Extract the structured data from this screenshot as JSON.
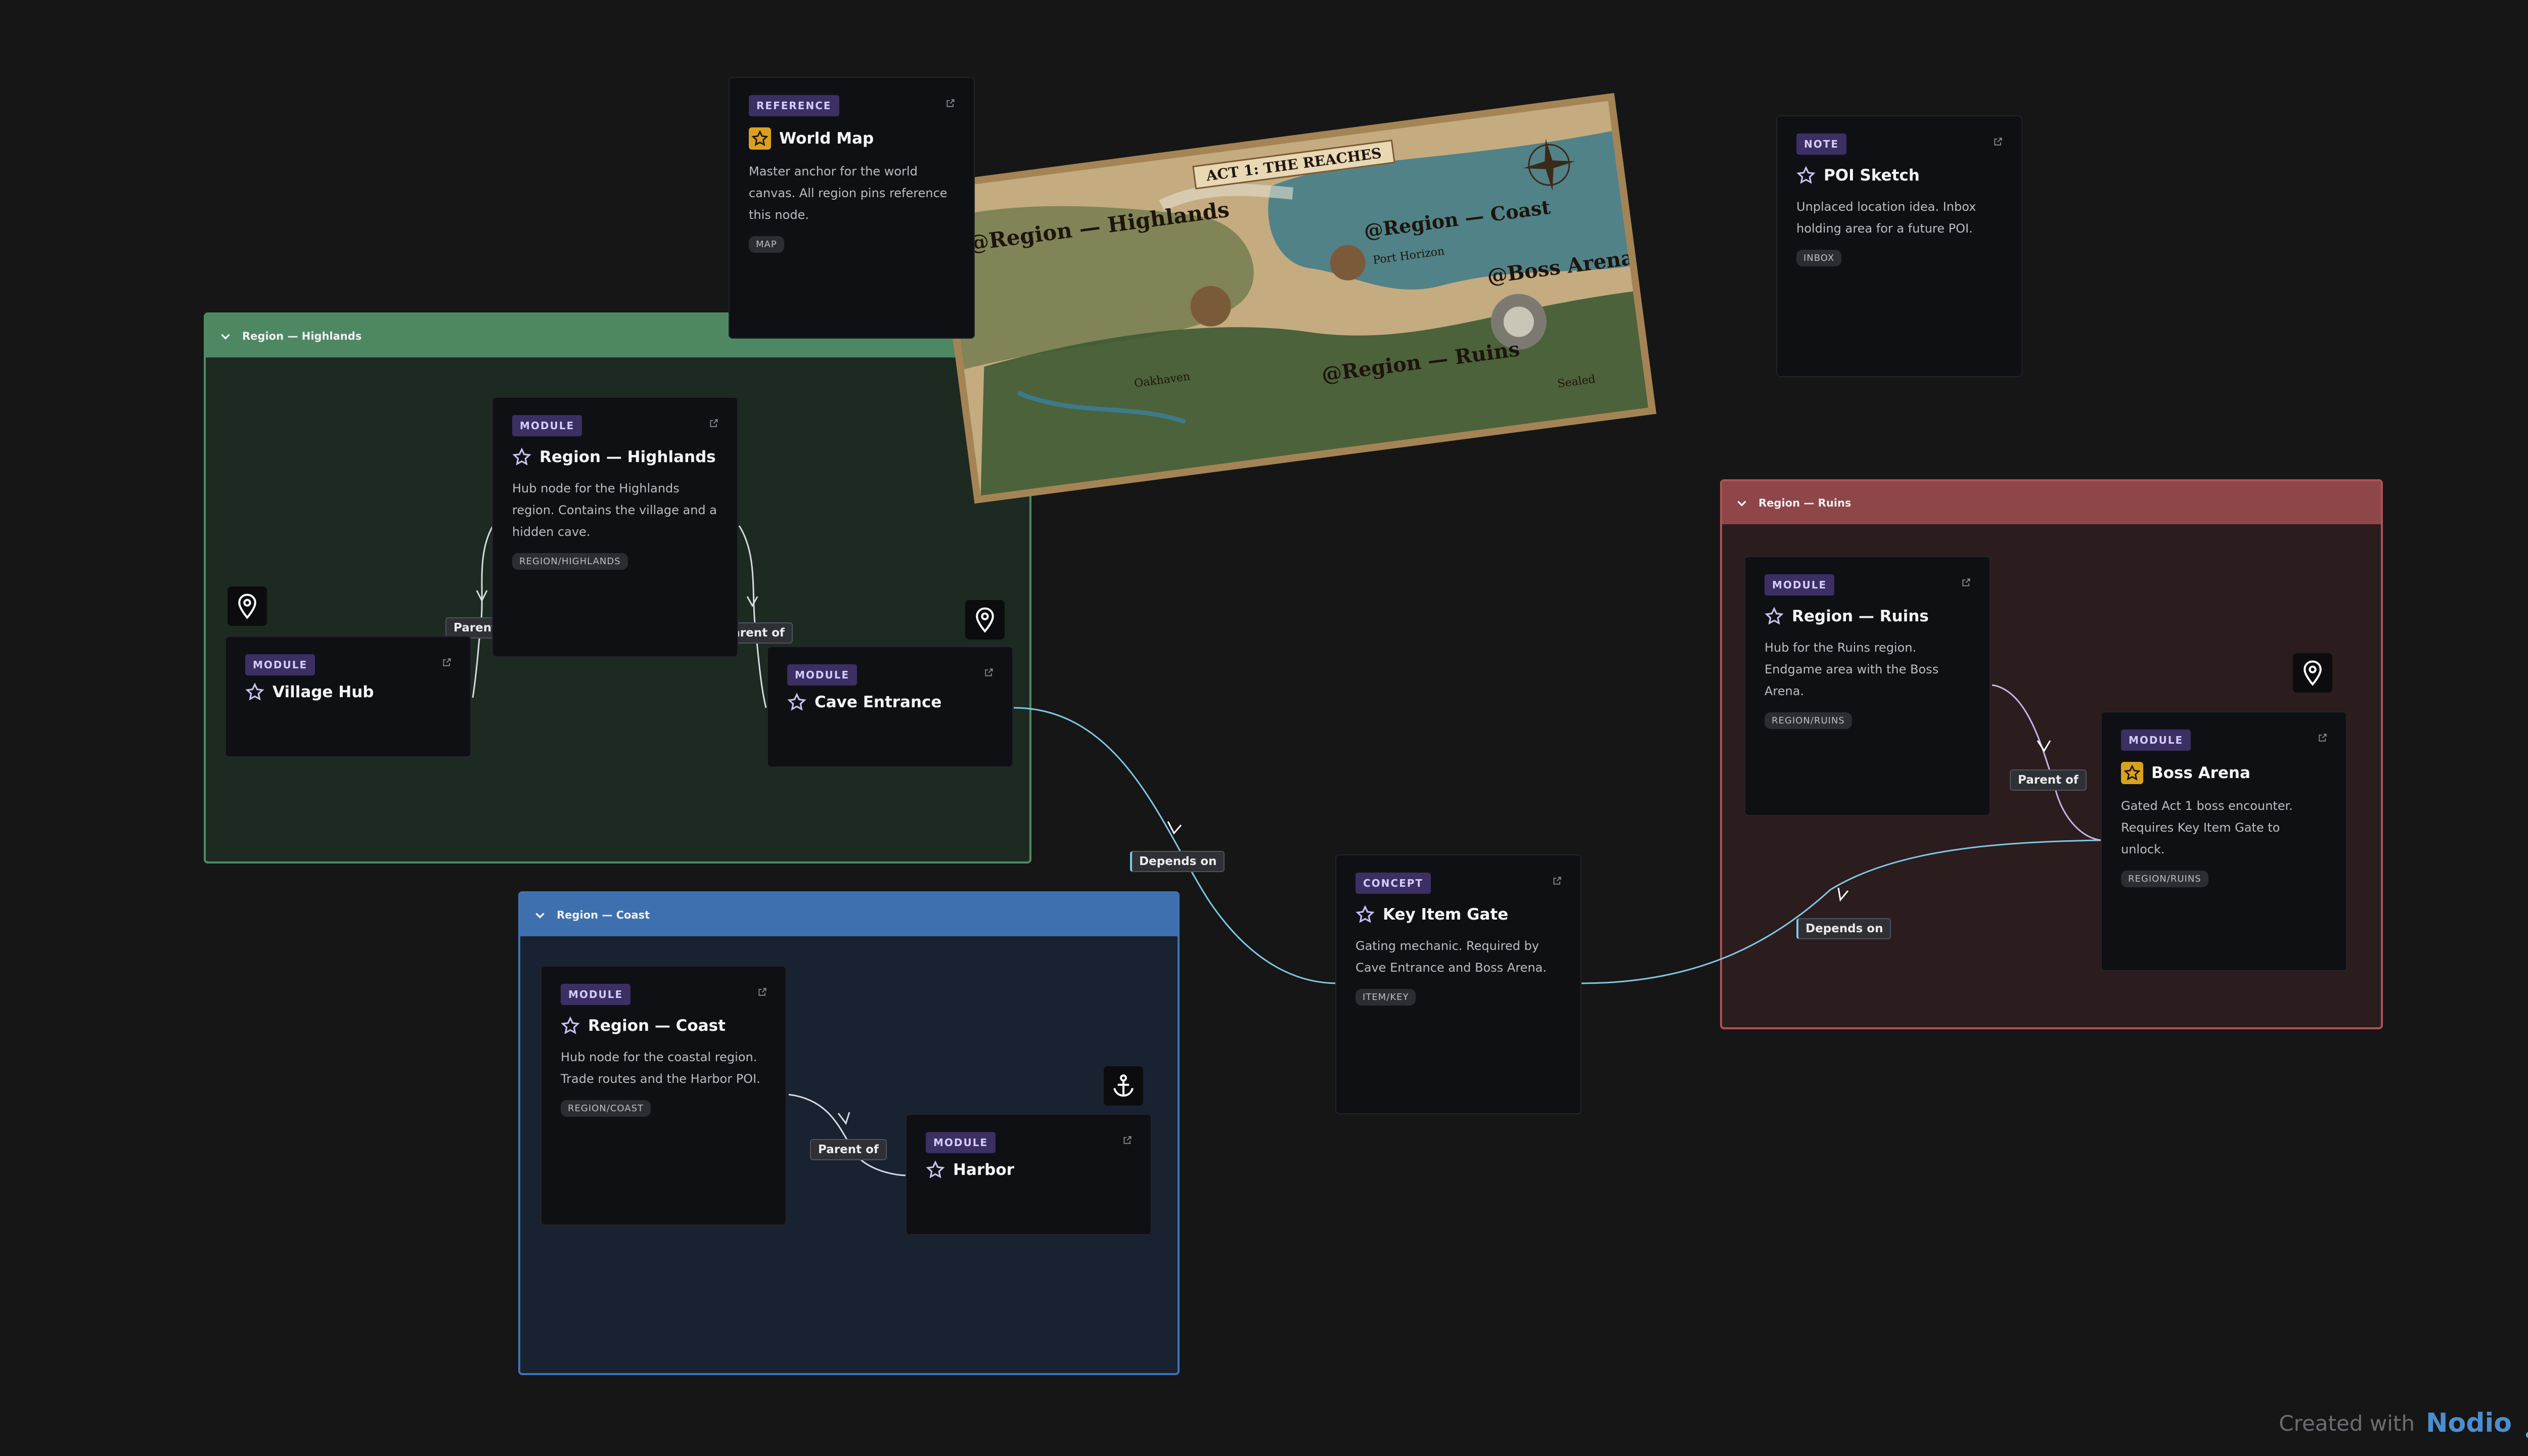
{
  "groups": {
    "highlands": {
      "title": "Region — Highlands"
    },
    "coast": {
      "title": "Region — Coast"
    },
    "ruins": {
      "title": "Region — Ruins"
    }
  },
  "cards": {
    "world_map": {
      "badge": "REFERENCE",
      "title": "World Map",
      "desc": "Master anchor for the world canvas. All region pins reference this node.",
      "tag": "MAP"
    },
    "poi_sketch": {
      "badge": "NOTE",
      "title": "POI Sketch",
      "desc": "Unplaced location idea. Inbox holding area for a future POI.",
      "tag": "INBOX"
    },
    "region_highlands": {
      "badge": "MODULE",
      "title": "Region — Highlands",
      "desc": "Hub node for the Highlands region. Contains the village and a hidden cave.",
      "tag": "REGION/HIGHLANDS"
    },
    "village_hub": {
      "badge": "MODULE",
      "title": "Village Hub"
    },
    "cave_entrance": {
      "badge": "MODULE",
      "title": "Cave Entrance"
    },
    "region_coast": {
      "badge": "MODULE",
      "title": "Region — Coast",
      "desc": "Hub node for the coastal region. Trade routes and the Harbor POI.",
      "tag": "REGION/COAST"
    },
    "harbor": {
      "badge": "MODULE",
      "title": "Harbor"
    },
    "key_item_gate": {
      "badge": "CONCEPT",
      "title": "Key Item Gate",
      "desc": "Gating mechanic. Required by Cave Entrance and Boss Arena.",
      "tag": "ITEM/KEY"
    },
    "region_ruins": {
      "badge": "MODULE",
      "title": "Region — Ruins",
      "desc": "Hub for the Ruins region. Endgame area with the Boss Arena.",
      "tag": "REGION/RUINS"
    },
    "boss_arena": {
      "badge": "MODULE",
      "title": "Boss Arena",
      "desc": "Gated Act 1 boss encounter. Requires Key Item Gate to unlock.",
      "tag": "REGION/RUINS"
    }
  },
  "edges": {
    "highlands_village": "Parent of",
    "highlands_cave": "Parent of",
    "cave_gate": "Depends on",
    "coast_harbor": "Parent of",
    "gate_boss": "Depends on",
    "ruins_boss": "Parent of"
  },
  "map": {
    "banner": "ACT 1: THE REACHES",
    "labels": {
      "highlands": "@Region — Highlands",
      "coast": "@Region — Coast",
      "boss": "@Boss Arena",
      "ruins": "@Region — Ruins",
      "oakhaven": "Oakhaven",
      "port": "Port Horizon",
      "sealed": "Sealed"
    }
  },
  "icons": {
    "pin": "map-pin-icon",
    "anchor": "anchor-icon",
    "star": "star-icon",
    "external": "external-link-icon",
    "chevron": "chevron-down-icon",
    "logo": "nodio-logo-icon"
  },
  "footer": {
    "text": "Created with",
    "brand": "Nodio"
  },
  "colors": {
    "background": "#161616",
    "highlands": "#4e8862",
    "coast": "#3e6fae",
    "ruins": "#8e4649",
    "badge": "#3b2f63",
    "edge_blue": "#7fc9e4",
    "edge_white": "#d9dae0",
    "edge_purple": "#c8b5e8"
  }
}
